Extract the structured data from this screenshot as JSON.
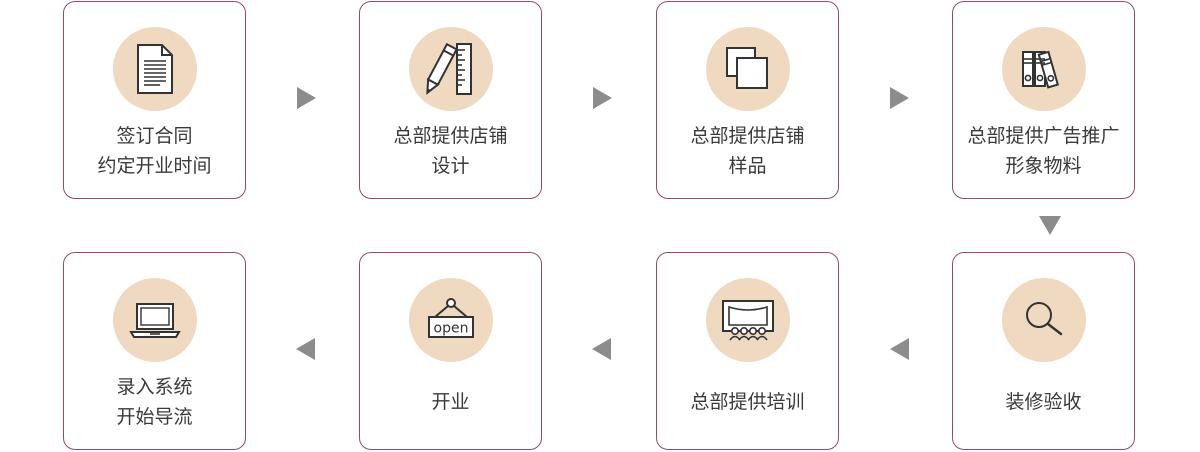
{
  "steps": [
    {
      "line1": "签订合同",
      "line2": "约定开业时间",
      "icon": "document-icon"
    },
    {
      "line1": "总部提供店铺",
      "line2": "设计",
      "icon": "pencil-ruler-icon"
    },
    {
      "line1": "总部提供店铺",
      "line2": "样品",
      "icon": "copy-squares-icon"
    },
    {
      "line1": "总部提供广告推广",
      "line2": "形象物料",
      "icon": "binders-icon"
    },
    {
      "line1": "装修验收",
      "icon": "magnifier-icon"
    },
    {
      "line1": "总部提供培训",
      "icon": "presentation-screen-icon"
    },
    {
      "line1": "开业",
      "icon": "open-sign-icon",
      "sign_text": "open"
    },
    {
      "line1": "录入系统",
      "line2": "开始导流",
      "icon": "laptop-icon"
    }
  ],
  "colors": {
    "card_border": "#9a4a5a",
    "icon_circle": "#efd9c0",
    "arrow": "#8c8c8c",
    "text": "#3a3a3a"
  }
}
